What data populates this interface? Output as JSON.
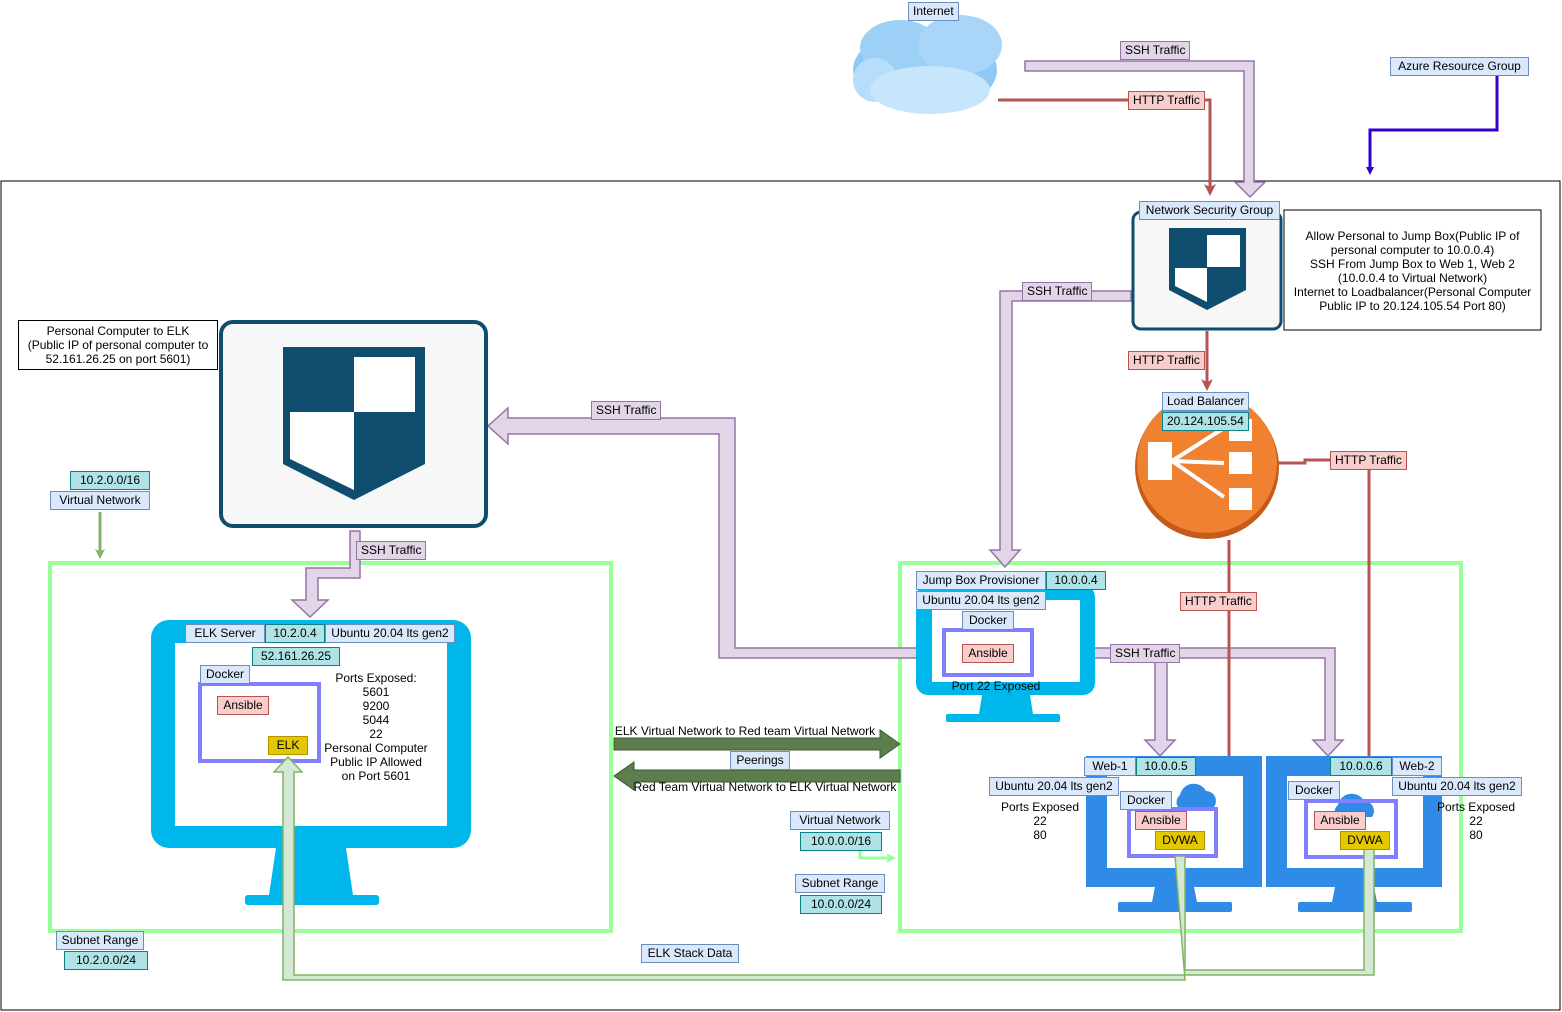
{
  "labels": {
    "internet": "Internet",
    "azure_resource_group": "Azure Resource Group",
    "nsg": "Network Security Group",
    "load_balancer": "Load Balancer",
    "lb_ip": "20.124.105.54",
    "ssh_traffic": "SSH Traffic",
    "http_traffic": "HTTP Traffic",
    "elk_stack_data": "ELK Stack Data",
    "peerings": "Peerings",
    "peering_forward": "ELK Virtual Network to Red team Virtual Network",
    "peering_back": "Red Team Virtual Network to ELK Virtual Network"
  },
  "nsg_rules": [
    "Allow Personal to Jump Box(Public IP of",
    "personal computer to 10.0.0.4)",
    "SSH From Jump Box to Web 1, Web 2",
    "(10.0.0.4 to Virtual Network)",
    "Internet to Loadbalancer(Personal Computer",
    "Public IP to 20.124.105.54 Port 80)"
  ],
  "elk_rule": [
    "Personal Computer to ELK",
    "(Public IP of personal computer to",
    "52.161.26.25 on port 5601)"
  ],
  "elk_network": {
    "cidr": "10.2.0.0/16",
    "name": "Virtual Network",
    "subnet_label": "Subnet Range",
    "subnet": "10.2.0.0/24"
  },
  "red_network": {
    "name": "Virtual Network",
    "cidr": "10.0.0.0/16",
    "subnet_label": "Subnet Range",
    "subnet": "10.0.0.0/24"
  },
  "elk_server": {
    "name": "ELK Server",
    "ip": "10.2.0.4",
    "os": "Ubuntu 20.04 lts gen2",
    "public_ip": "52.161.26.25",
    "docker": "Docker",
    "ansible": "Ansible",
    "elk": "ELK",
    "ports": [
      "Ports Exposed:",
      "5601",
      "9200",
      "5044",
      "22",
      "Personal Computer",
      "Public IP Allowed",
      "on Port 5601"
    ]
  },
  "jump_box": {
    "name": "Jump Box Provisioner",
    "ip": "10.0.0.4",
    "os": "Ubuntu 20.04 lts gen2",
    "docker": "Docker",
    "ansible": "Ansible",
    "ports": "Port 22 Exposed"
  },
  "web1": {
    "name": "Web-1",
    "ip": "10.0.0.5",
    "os": "Ubuntu 20.04 lts gen2",
    "docker": "Docker",
    "ansible": "Ansible",
    "app": "DVWA",
    "ports": [
      "Ports Exposed",
      "22",
      "80"
    ]
  },
  "web2": {
    "name": "Web-2",
    "ip": "10.0.0.6",
    "os": "Ubuntu 20.04 lts gen2",
    "docker": "Docker",
    "ansible": "Ansible",
    "app": "DVWA",
    "ports": [
      "Ports Exposed",
      "22",
      "80"
    ]
  },
  "colors": {
    "ssh_flow": "#e1d5e7",
    "ssh_outline": "#9673a6",
    "http_flow": "#b85450",
    "vnet_border": "#99ff99",
    "azure_arrow": "#3300cc",
    "shield": "#0e4d6e",
    "monitor_cyan": "#00b7eb",
    "monitor_blue": "#2f8be6",
    "load_balancer": "#f08130",
    "peering": "#5e7d4c",
    "docker_box": "#8080ff"
  }
}
